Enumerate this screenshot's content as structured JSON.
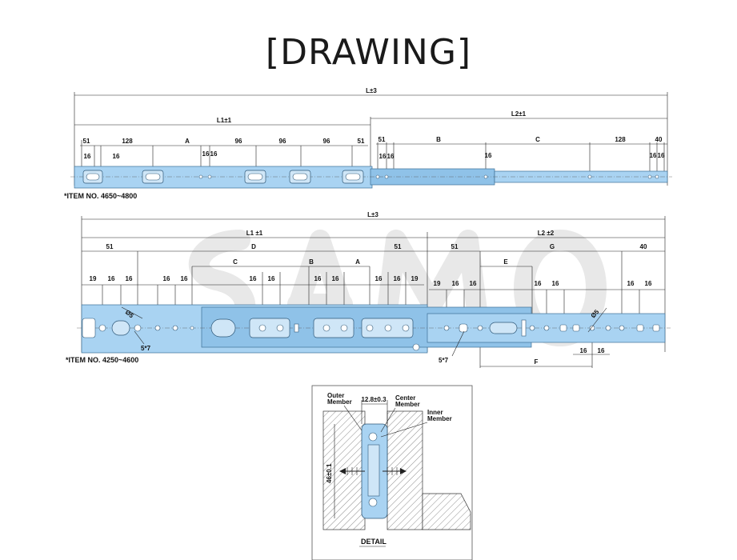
{
  "page": {
    "title": "[DRAWING]"
  },
  "drawing1": {
    "note": "*ITEM NO. 4650~4800",
    "overall": "L±3",
    "l1": "L1±1",
    "l2": "L2±1",
    "dims": [
      "51",
      "128",
      "A",
      "96",
      "96",
      "96",
      "51",
      "16",
      "16",
      "16",
      "51",
      "B",
      "C",
      "128",
      "40",
      "16",
      "16",
      "16",
      "16",
      "16",
      "16"
    ]
  },
  "drawing2": {
    "note": "*ITEM NO. 4250~4600",
    "overall": "L±3",
    "l1": "L1 ±1",
    "l2": "L2 ±2",
    "top_dims": [
      "51",
      "D",
      "51",
      "51",
      "G",
      "40"
    ],
    "mid_dims": [
      "C",
      "B",
      "A",
      "E"
    ],
    "small_dims": [
      "19",
      "16",
      "16",
      "16",
      "16",
      "16",
      "16",
      "16",
      "16",
      "16",
      "19",
      "19",
      "16",
      "16",
      "16",
      "16",
      "16",
      "16"
    ],
    "hole_label_left": "Ø5",
    "hole_label_right": "Ø5",
    "slot_left": "5*7",
    "slot_right": "5*7",
    "bottom_16a": "16",
    "bottom_16b": "16",
    "f_label": "F"
  },
  "detail": {
    "outer_member": "Outer\nMember",
    "outer_l1": "Outer",
    "outer_l2": "Member",
    "width_dim": "12.8±0.3",
    "center_l1": "Center",
    "center_l2": "Member",
    "inner_l1": "Inner",
    "inner_l2": "Member",
    "height_dim": "46±0.1",
    "caption": "DETAIL"
  }
}
